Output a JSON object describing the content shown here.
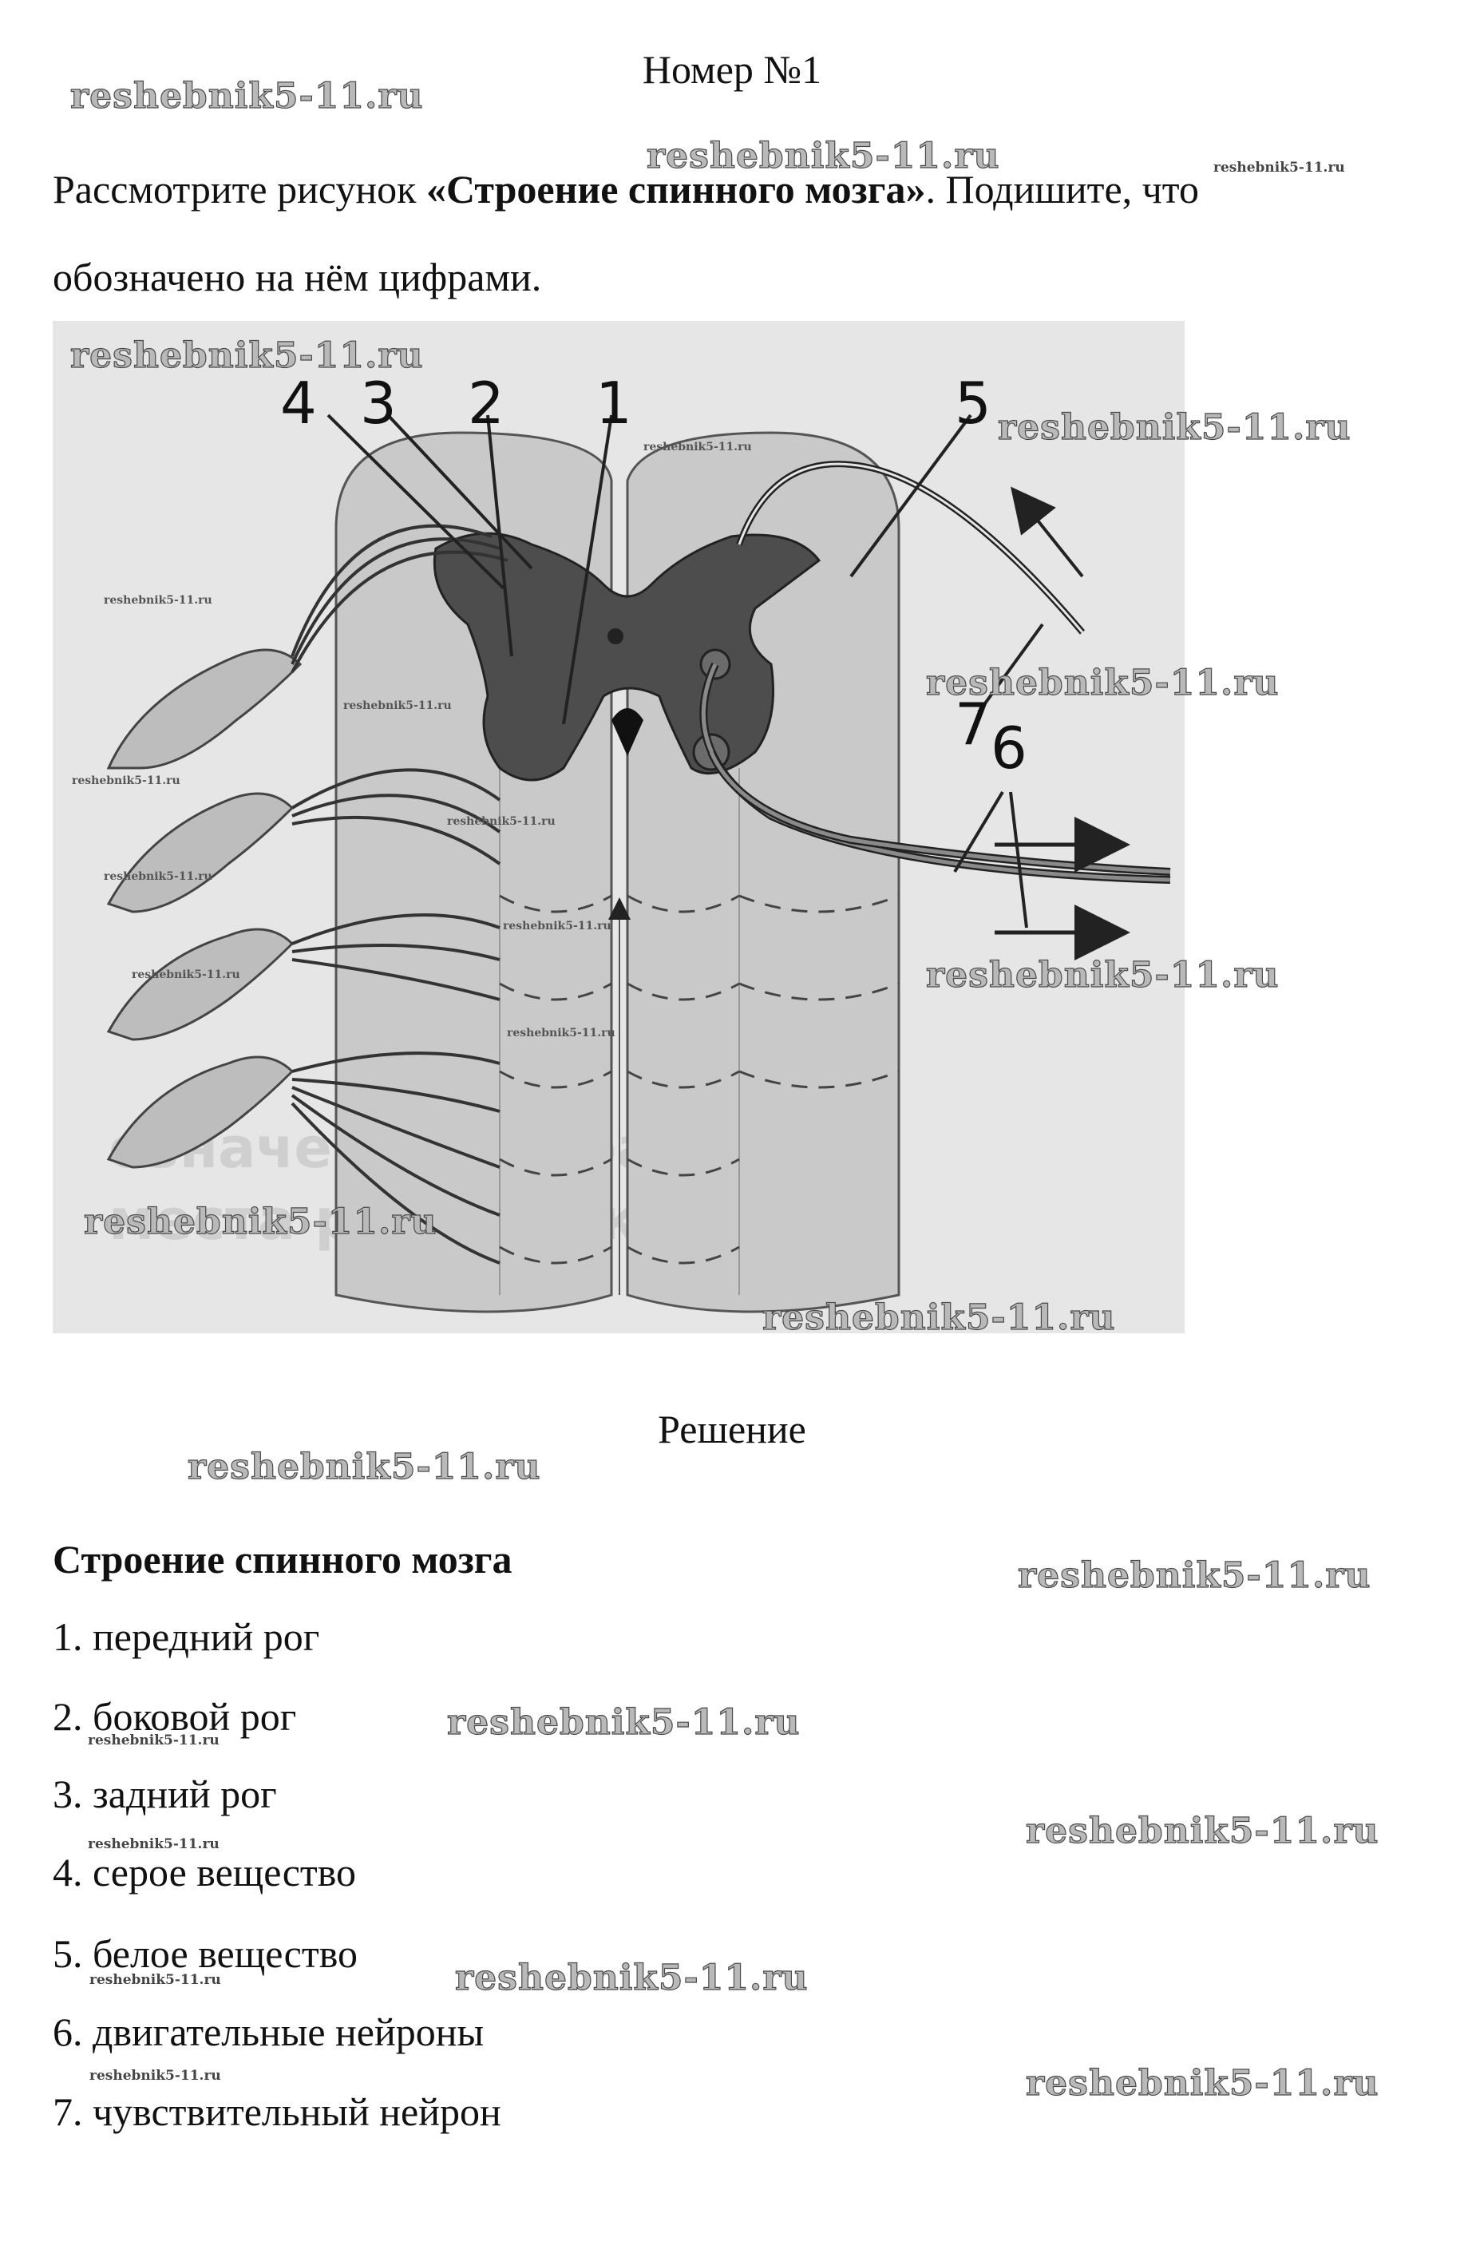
{
  "header": {
    "title": "Номер №1"
  },
  "task": {
    "part1": "Рассмотрите рисунок ",
    "bold": "«Строение спинного мозга»",
    "part2": ". Подишите, что",
    "line2": "обозначено на нём цифрами."
  },
  "figure": {
    "labels": [
      "4",
      "3",
      "2",
      "1",
      "5",
      "7",
      "6"
    ],
    "background_text": [
      "означены цифрами",
      "места расположения"
    ]
  },
  "solution": {
    "heading": "Решение",
    "subheading": "Строение спинного мозга",
    "items": [
      "1. передний рог",
      "2. боковой рог",
      "3. задний рог",
      "4. серое вещество",
      "5. белое вещество",
      "6. двигательные нейроны",
      "7. чувствительный нейрон"
    ]
  },
  "watermark": {
    "text": "reshebnik5-11.ru"
  }
}
